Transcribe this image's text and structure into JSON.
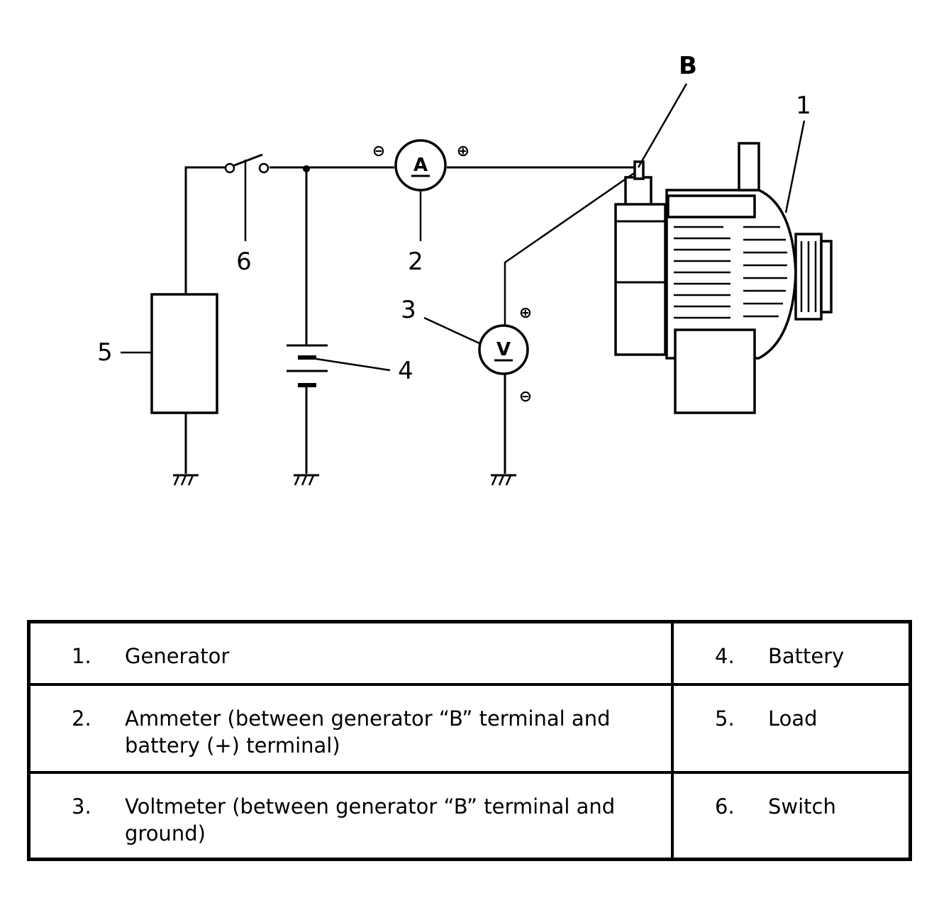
{
  "diagram": {
    "labels": {
      "generator_num": "1",
      "ammeter_num": "2",
      "voltmeter_num": "3",
      "battery_num": "4",
      "load_num": "5",
      "switch_num": "6",
      "terminal_b": "B"
    },
    "meters": {
      "ammeter_letter": "A",
      "voltmeter_letter": "V",
      "minus": "⊖",
      "plus": "⊕"
    }
  },
  "legend": {
    "rows": [
      {
        "left": {
          "num": "1.",
          "text": "Generator"
        },
        "right": {
          "num": "4.",
          "text": "Battery"
        }
      },
      {
        "left": {
          "num": "2.",
          "text": "Ammeter (between generator “B” terminal and battery (+) terminal)"
        },
        "right": {
          "num": "5.",
          "text": "Load"
        }
      },
      {
        "left": {
          "num": "3.",
          "text": "Voltmeter (between generator “B” terminal and ground)"
        },
        "right": {
          "num": "6.",
          "text": "Switch"
        }
      }
    ]
  }
}
